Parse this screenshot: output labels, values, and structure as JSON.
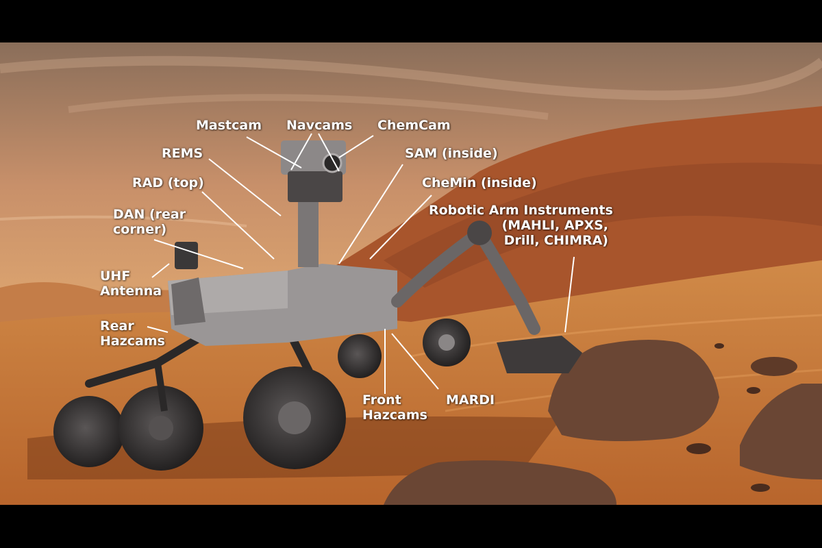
{
  "colors": {
    "sky_top": "#8a6e5a",
    "sky_mid": "#c8906a",
    "sky_horizon": "#e0a870",
    "ground": "#c97a3c",
    "ground_dark": "#8a4a22",
    "hill": "#a8552c",
    "rock": "#6a4634",
    "rover_body": "#9a9696",
    "rover_dark": "#3c3a3a",
    "wheel": "#2e2c2c",
    "label": "#ffffff",
    "frame": "#000000"
  },
  "labels": {
    "mastcam": [
      "Mastcam"
    ],
    "navcams": [
      "Navcams"
    ],
    "chemcam": [
      "ChemCam"
    ],
    "rems": [
      "REMS"
    ],
    "sam": [
      "SAM (inside)"
    ],
    "rad": [
      "RAD (top)"
    ],
    "chemin": [
      "CheMin (inside)"
    ],
    "dan": [
      "DAN (rear",
      "corner)"
    ],
    "arm": [
      "Robotic Arm Instruments",
      "(MAHLI, APXS,",
      "Drill, CHIMRA)"
    ],
    "uhf": [
      "UHF",
      "Antenna"
    ],
    "rear_hazcams": [
      "Rear",
      "Hazcams"
    ],
    "front_hazcams": [
      "Front",
      "Hazcams"
    ],
    "mardi": [
      "MARDI"
    ]
  }
}
